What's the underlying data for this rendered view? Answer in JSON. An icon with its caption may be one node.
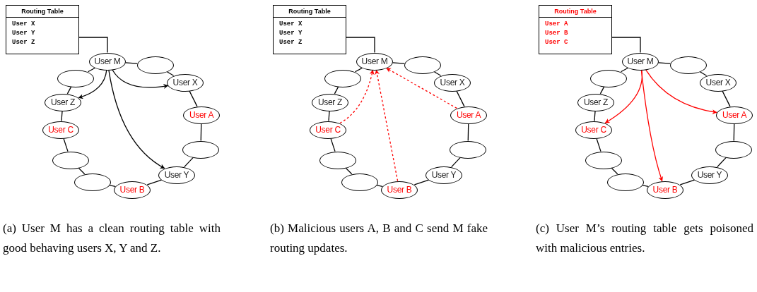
{
  "diagram": {
    "nodes": [
      {
        "text": [
          "Routing Table",
          "User X",
          "User Y",
          "User Z"
        ]
      },
      {
        "text": [
          "User M"
        ]
      },
      {
        "text": [],
        "shape": "ellipse"
      },
      {
        "text": [
          "User X"
        ]
      },
      {
        "text": [
          "User A"
        ]
      },
      {
        "text": [],
        "shape": "ellipse"
      },
      {
        "text": [
          "User Y"
        ]
      },
      {
        "text": [
          "User B"
        ]
      },
      {
        "text": [],
        "shape": "ellipse"
      },
      {
        "text": [],
        "shape": "ellipse"
      },
      {
        "text": [
          "User C"
        ]
      },
      {
        "text": [
          "User Z"
        ]
      },
      {
        "text": [],
        "shape": "ellipse"
      },
      {
        "text": [
          "Routing Table",
          "User X",
          "User Y",
          "User Z"
        ]
      },
      {
        "text": [
          "User M"
        ]
      },
      {
        "text": [],
        "shape": "ellipse"
      },
      {
        "text": [
          "User X"
        ]
      },
      {
        "text": [
          "User A"
        ]
      },
      {
        "text": [],
        "shape": "ellipse"
      },
      {
        "text": [
          "User Y"
        ]
      },
      {
        "text": [
          "User B"
        ]
      },
      {
        "text": [],
        "shape": "ellipse"
      },
      {
        "text": [],
        "shape": "ellipse"
      },
      {
        "text": [
          "User C"
        ]
      },
      {
        "text": [
          "User Z"
        ]
      },
      {
        "text": [],
        "shape": "ellipse"
      },
      {
        "text": [
          "Routing Table",
          "User A",
          "User B",
          "User C"
        ]
      },
      {
        "text": [
          "User M"
        ]
      },
      {
        "text": [],
        "shape": "ellipse"
      },
      {
        "text": [
          "User X"
        ]
      },
      {
        "text": [
          "User A"
        ]
      },
      {
        "text": [],
        "shape": "ellipse"
      },
      {
        "text": [
          "User Y"
        ]
      },
      {
        "text": [
          "User B"
        ]
      },
      {
        "text": [],
        "shape": "ellipse"
      },
      {
        "text": [],
        "shape": "ellipse"
      },
      {
        "text": [
          "User C"
        ]
      },
      {
        "text": [
          "User Z"
        ]
      },
      {
        "text": [],
        "shape": "ellipse"
      }
    ],
    "edges": [
      {
        "from": 0,
        "to": 1,
        "arrow": "none"
      },
      {
        "from": 1,
        "to": 2,
        "arrow": "none"
      },
      {
        "from": 2,
        "to": 3,
        "arrow": "none"
      },
      {
        "from": 3,
        "to": 4,
        "arrow": "none"
      },
      {
        "from": 4,
        "to": 5,
        "arrow": "none"
      },
      {
        "from": 5,
        "to": 6,
        "arrow": "none"
      },
      {
        "from": 6,
        "to": 7,
        "arrow": "none"
      },
      {
        "from": 7,
        "to": 8,
        "arrow": "none"
      },
      {
        "from": 8,
        "to": 9,
        "arrow": "none"
      },
      {
        "from": 9,
        "to": 10,
        "arrow": "none"
      },
      {
        "from": 10,
        "to": 11,
        "arrow": "none"
      },
      {
        "from": 11,
        "to": 12,
        "arrow": "none"
      },
      {
        "from": 12,
        "to": 1,
        "arrow": "none"
      },
      {
        "from": 1,
        "to": 11,
        "arrow": "to"
      },
      {
        "from": 1,
        "to": 3,
        "arrow": "to"
      },
      {
        "from": 1,
        "to": 6,
        "arrow": "to"
      },
      {
        "from": 13,
        "to": 14,
        "arrow": "none"
      },
      {
        "from": 14,
        "to": 15,
        "arrow": "none"
      },
      {
        "from": 15,
        "to": 16,
        "arrow": "none"
      },
      {
        "from": 16,
        "to": 17,
        "arrow": "none"
      },
      {
        "from": 17,
        "to": 18,
        "arrow": "none"
      },
      {
        "from": 18,
        "to": 19,
        "arrow": "none"
      },
      {
        "from": 19,
        "to": 20,
        "arrow": "none"
      },
      {
        "from": 20,
        "to": 21,
        "arrow": "none"
      },
      {
        "from": 21,
        "to": 22,
        "arrow": "none"
      },
      {
        "from": 22,
        "to": 23,
        "arrow": "none"
      },
      {
        "from": 23,
        "to": 24,
        "arrow": "none"
      },
      {
        "from": 24,
        "to": 25,
        "arrow": "none"
      },
      {
        "from": 25,
        "to": 14,
        "arrow": "none"
      },
      {
        "from": 23,
        "to": 14,
        "arrow": "to",
        "style": "dashed",
        "color": "#ff0000"
      },
      {
        "from": 20,
        "to": 14,
        "arrow": "to",
        "style": "dashed",
        "color": "#ff0000"
      },
      {
        "from": 17,
        "to": 14,
        "arrow": "to",
        "style": "dashed",
        "color": "#ff0000"
      },
      {
        "from": 26,
        "to": 27,
        "arrow": "none"
      },
      {
        "from": 27,
        "to": 28,
        "arrow": "none"
      },
      {
        "from": 28,
        "to": 29,
        "arrow": "none"
      },
      {
        "from": 29,
        "to": 30,
        "arrow": "none"
      },
      {
        "from": 30,
        "to": 31,
        "arrow": "none"
      },
      {
        "from": 31,
        "to": 32,
        "arrow": "none"
      },
      {
        "from": 32,
        "to": 33,
        "arrow": "none"
      },
      {
        "from": 33,
        "to": 34,
        "arrow": "none"
      },
      {
        "from": 34,
        "to": 35,
        "arrow": "none"
      },
      {
        "from": 35,
        "to": 36,
        "arrow": "none"
      },
      {
        "from": 36,
        "to": 37,
        "arrow": "none"
      },
      {
        "from": 37,
        "to": 38,
        "arrow": "none"
      },
      {
        "from": 38,
        "to": 27,
        "arrow": "none"
      },
      {
        "from": 27,
        "to": 36,
        "arrow": "to",
        "color": "#ff0000"
      },
      {
        "from": 27,
        "to": 33,
        "arrow": "to",
        "color": "#ff0000"
      },
      {
        "from": 27,
        "to": 30,
        "arrow": "to",
        "color": "#ff0000"
      }
    ],
    "labels": [
      "(a) User M has a clean routing table with good behaving users X, Y and Z.",
      "(b) Malicious users A, B and C send M fake routing updates.",
      "(c) User M’s routing table gets poisoned with malicious entries."
    ]
  }
}
